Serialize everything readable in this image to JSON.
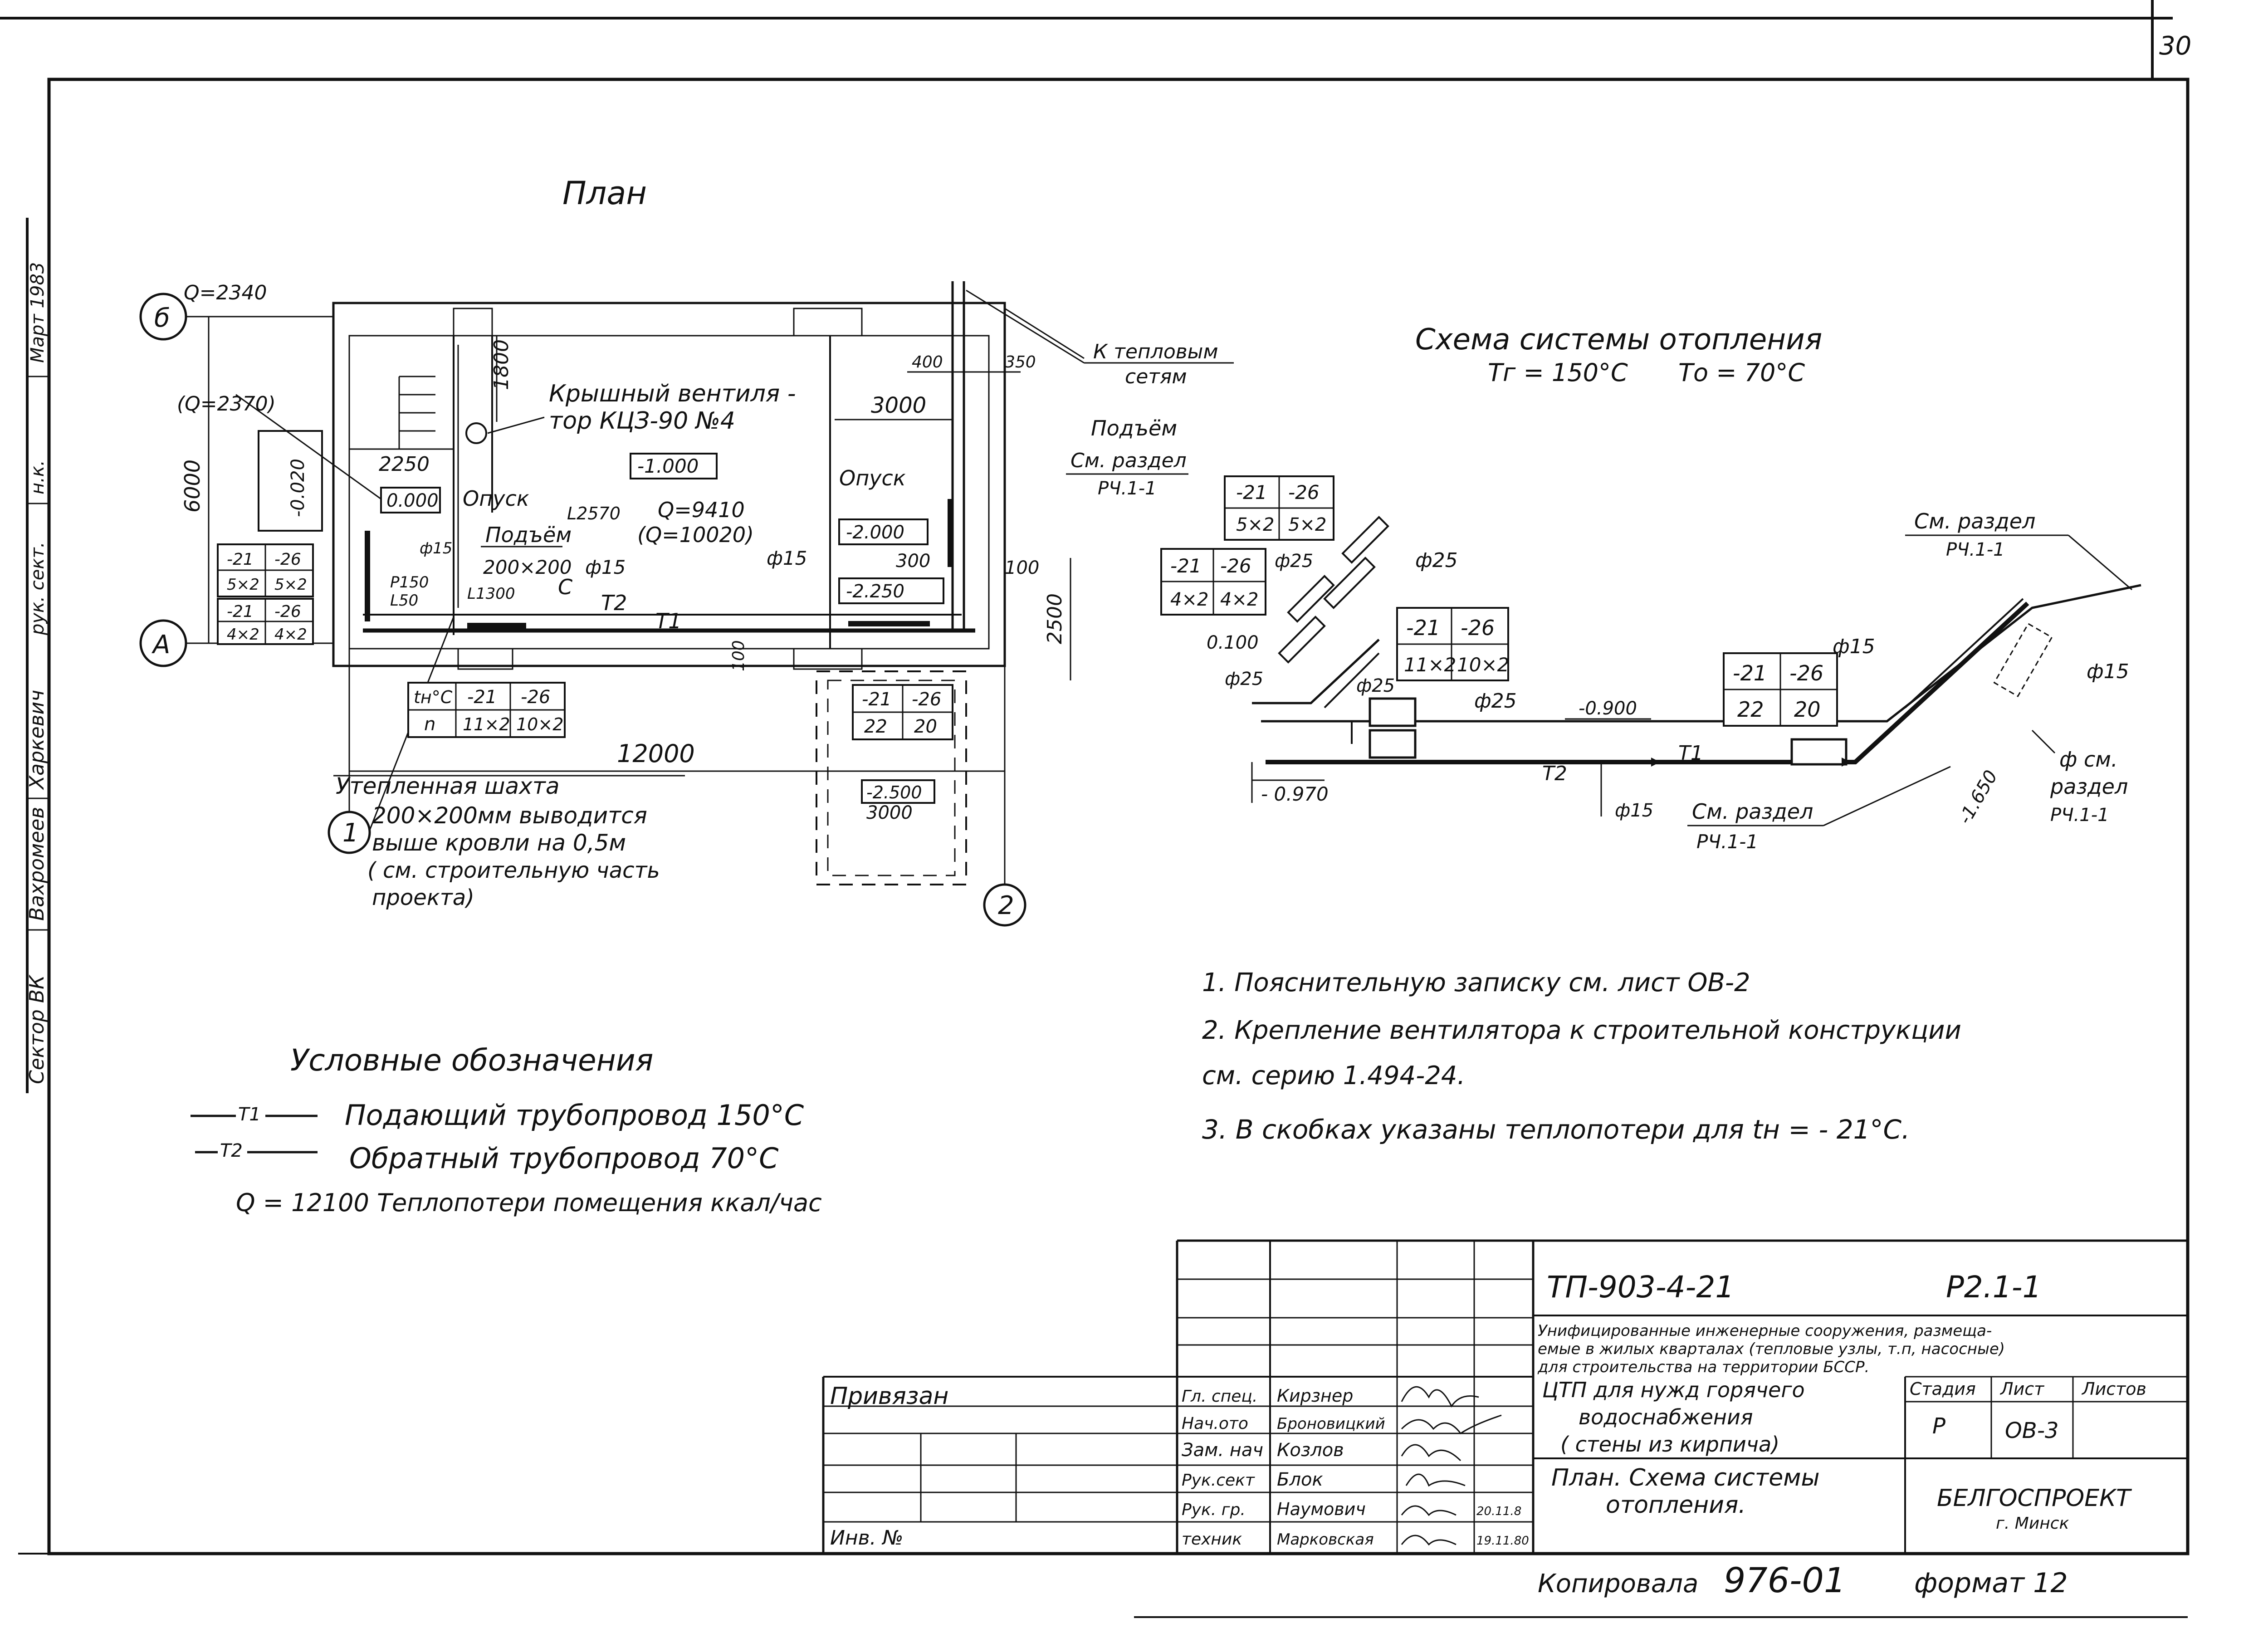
{
  "sheet_number": "30",
  "side_stamp": {
    "sector": "Сектор ВК",
    "name1": "Вахромеев",
    "name2": "Харкевич",
    "role1": "рук. сект.",
    "role2": "н.к.",
    "date": "Март 1983"
  },
  "plan": {
    "title": "План",
    "axis_b": "б",
    "axis_a": "А",
    "axis_1": "1",
    "axis_2": "2",
    "q_room": "Q=2340",
    "q_room_alt": "(Q=2370)",
    "fan_label_1": "Крышный вентиля -",
    "fan_label_2": "тор КЦЗ-90 №4",
    "level_top": "-1.000",
    "level_floor": "0.000",
    "level_left": "-0.020",
    "level_2000": "-2.000",
    "level_2250": "-2.250",
    "level_pit": "-2.500",
    "q_main": "Q=9410",
    "q_main_alt": "(Q=10020)",
    "opusk": "Опуск",
    "podem": "Подъём",
    "opusk_r": "Опуск",
    "podem_r": "Подъём",
    "duct_size": "200×200",
    "phi15": "ф15",
    "phi15_b": "ф15",
    "phi15_c": "ф15",
    "c_mark": "С",
    "p150": "Р150",
    "l50": "L50",
    "l1300": "L1300",
    "l2570": "L2570",
    "t1": "Т1",
    "t2": "Т2",
    "k_setyam_1": "К тепловым",
    "k_setyam_2": "сетям",
    "sm_razdel": "См. раздел",
    "rch": "РЧ.1-1",
    "dim_12000": "12000",
    "dim_6000": "6000",
    "dim_2250": "2250",
    "dim_1800": "1800",
    "dim_3000": "3000",
    "dim_3000_pit": "3000",
    "dim_400": "400",
    "dim_350": "350",
    "dim_300": "300",
    "dim_100": "100",
    "dim_100b": "100",
    "dim_2500": "2500",
    "shaft_1": "Утепленная шахта",
    "shaft_2": "200×200мм выводится",
    "shaft_3": "выше кровли на 0,5м",
    "shaft_4": "( см. строительную часть",
    "shaft_5": "проекта)"
  },
  "rad_tables": [
    {
      "r1": [
        "-21",
        "-26"
      ],
      "r2": [
        "5×2",
        "5×2"
      ]
    },
    {
      "r1": [
        "-21",
        "-26"
      ],
      "r2": [
        "4×2",
        "4×2"
      ]
    },
    {
      "r1": [
        "-21",
        "-26"
      ],
      "r2": [
        "22",
        "20"
      ]
    },
    {
      "r1": [
        "-21",
        "-26"
      ],
      "r2": [
        "5×2",
        "5×2"
      ]
    },
    {
      "r1": [
        "-21",
        "-26"
      ],
      "r2": [
        "4×2",
        "4×2"
      ]
    },
    {
      "r1": [
        "-21",
        "-26"
      ],
      "r2": [
        "11×2",
        "10×2"
      ]
    },
    {
      "r1": [
        "-21",
        "-26"
      ],
      "r2": [
        "22",
        "20"
      ]
    }
  ],
  "tn_table": {
    "h": "tн°С",
    "n": "n",
    "c1": "-21",
    "c2": "-26",
    "v1": "11×2",
    "v2": "10×2"
  },
  "scheme": {
    "title": "Схема системы отопления",
    "tg": "Тг = 150°С",
    "to": "То = 70°С",
    "sm_razdel": "См. раздел",
    "rch": "РЧ.1-1",
    "sm_razdel_b": "См. раздел",
    "rch_b": "РЧ.1-1",
    "sm_c": "ф  см.",
    "razdel": "раздел",
    "rch_c": "РЧ.1-1",
    "phi25_a": "ф25",
    "phi25_b": "ф25",
    "phi25_c": "ф25",
    "phi25_d": "ф25",
    "phi25_e": "ф25",
    "phi15_a": "ф15",
    "phi15_b": "ф15",
    "phi15_c": "ф15",
    "lvl_0100": "0.100",
    "lvl_0900": "-0.900",
    "lvl_0970": "- 0.970",
    "lvl_1650": "-1.650",
    "t1": "Т1",
    "t2": "Т2"
  },
  "notes": [
    "1.  Пояснительную записку  см.  лист  ОВ-2",
    "2.  Крепление  вентилятора  к  строительной  конструкции",
    "      см.  серию      1.494-24.",
    "3.  В  скобках  указаны   теплопотери  для  tн = - 21°С."
  ],
  "legend": {
    "title": "Условные обозначения",
    "t1_code": "Т1",
    "t1_text": "Подающий  трубопровод  150°С",
    "t2_code": "Т2",
    "t2_text": "Обратный  трубопровод  70°С",
    "q_text": "Q = 12100 Теплопотери  помещения   ккал/час"
  },
  "title_block": {
    "code": "ТП-903-4-21",
    "part": "Р2.1-1",
    "desc_1": "Унифицированные  инженерные  сооружения, размеща-",
    "desc_2": "емые в жилых кварталах (тепловые узлы, т.п, насосные)",
    "desc_3": "для  строительства  на  территории  БССР.",
    "obj_1": "ЦТП для нужд горячего",
    "obj_2": "водоснабжения",
    "obj_3": "( стены из кирпича)",
    "sheet_1": "План.  Схема  системы",
    "sheet_2": "отопления.",
    "stage_h": "Стадия",
    "list_h": "Лист",
    "lists_h": "Листов",
    "stage": "Р",
    "list": "ОВ-3",
    "org_1": "БЕЛГОСПРОЕКТ",
    "org_2": "г. Минск",
    "privyazan": "Привязан",
    "inv": "Инв. №",
    "roles": [
      "Гл. спец.",
      "Нач.ото",
      "Зам. нач",
      "Рук.сект",
      "Рук. гр.",
      "техник"
    ],
    "names": [
      "Кирзнер",
      "Броновицкий",
      "Козлов",
      "Блок",
      "Наумович",
      "Марковская"
    ],
    "dates": [
      "",
      "",
      "",
      "",
      "20.11.8",
      "19.11.80"
    ]
  },
  "footer": {
    "copied": "Копировала",
    "num": "976-01",
    "format": "формат 12"
  }
}
